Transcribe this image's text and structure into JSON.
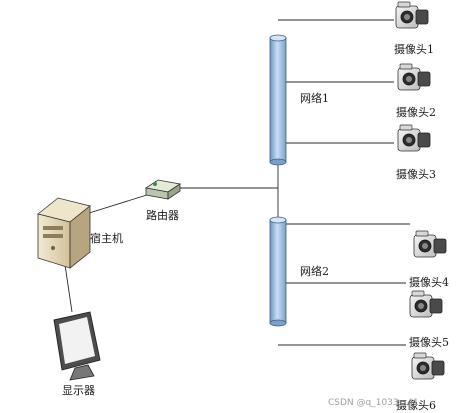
{
  "nodes": {
    "router": "路由器",
    "host": "宿主机",
    "monitor": "显示器",
    "network1": "网络1",
    "network2": "网络2",
    "cameras": [
      "摄像头1",
      "摄像头2",
      "摄像头3",
      "摄像头4",
      "摄像头5",
      "摄像头6"
    ]
  },
  "watermark": "CSDN @q_1033...41",
  "colors": {
    "pipe": "#a9c8ea",
    "pipe_dark": "#6d94c4",
    "camera_body": "#e9e9e9",
    "router": "#cfd8c8",
    "host": "#e8dcc0"
  }
}
